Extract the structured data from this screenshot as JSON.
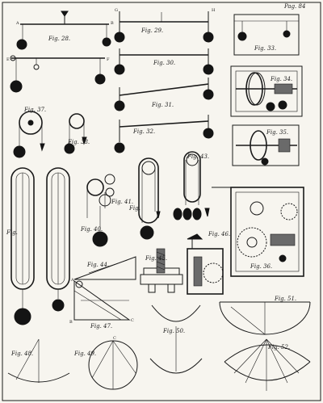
{
  "page_label": "Pag. 84",
  "figures": {
    "f28": "Fig. 28.",
    "f29": "Fig. 29.",
    "f30": "Fig. 30.",
    "f31": "Fig. 31.",
    "f32": "Fig. 32.",
    "f33": "Fig. 33.",
    "f34": "Fig. 34.",
    "f35": "Fig. 35.",
    "f36": "Fig. 36.",
    "f37": "Fig. 37.",
    "f38": "Fig. 38.",
    "f39": "Fig.",
    "f40": "Fig. 40.",
    "f41": "Fig. 41.",
    "f42": "Fig.",
    "f43": "Fig. 43.",
    "f44": "Fig. 44.",
    "f45": "Fig. 45.",
    "f46": "Fig. 46.",
    "f47": "Fig. 47.",
    "f48": "Fig. 48.",
    "f49": "Fig. 49.",
    "f50": "Fig. 50.",
    "f51": "Fig. 51.",
    "f52": "Fig. 52."
  }
}
